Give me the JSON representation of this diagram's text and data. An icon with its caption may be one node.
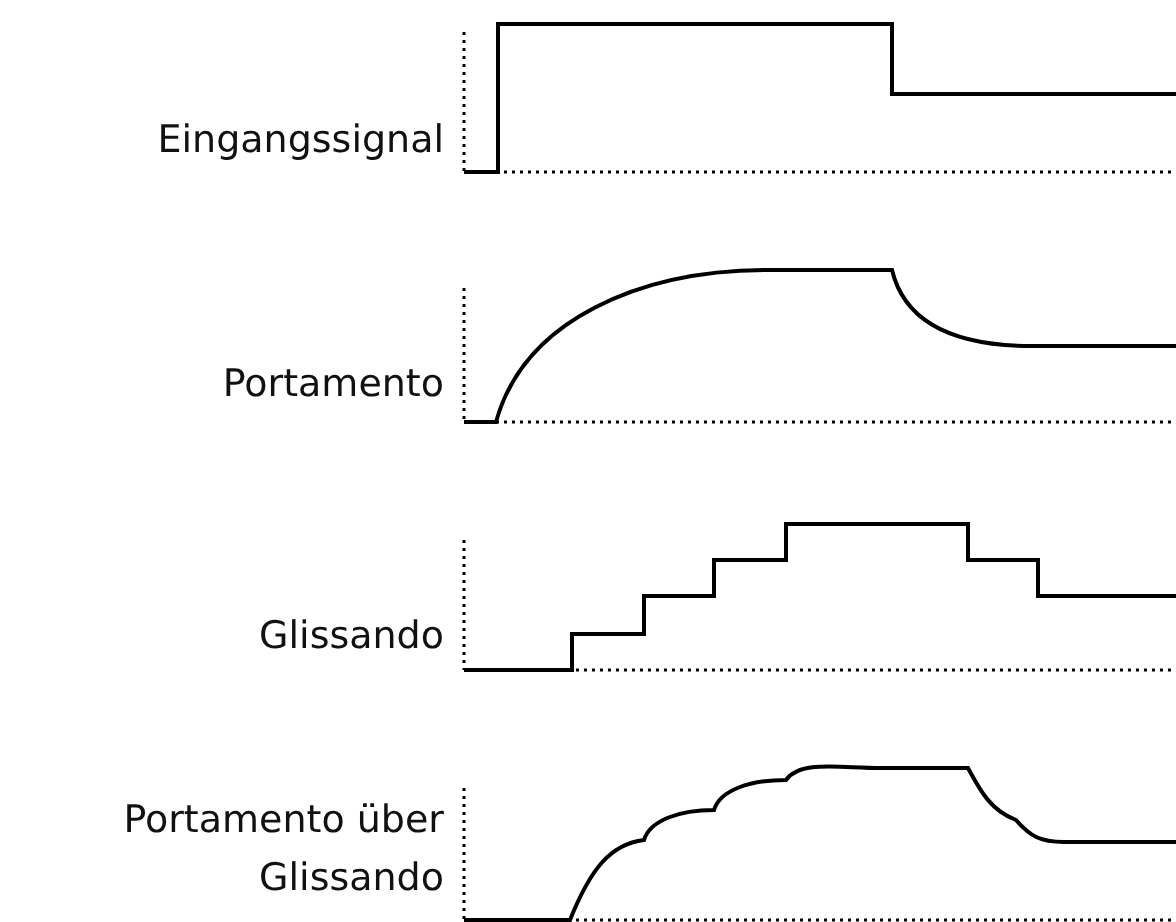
{
  "diagram": {
    "labels": [
      "Eingangssignal",
      "Portamento",
      "Glissando",
      "Portamento über Glissando"
    ]
  }
}
